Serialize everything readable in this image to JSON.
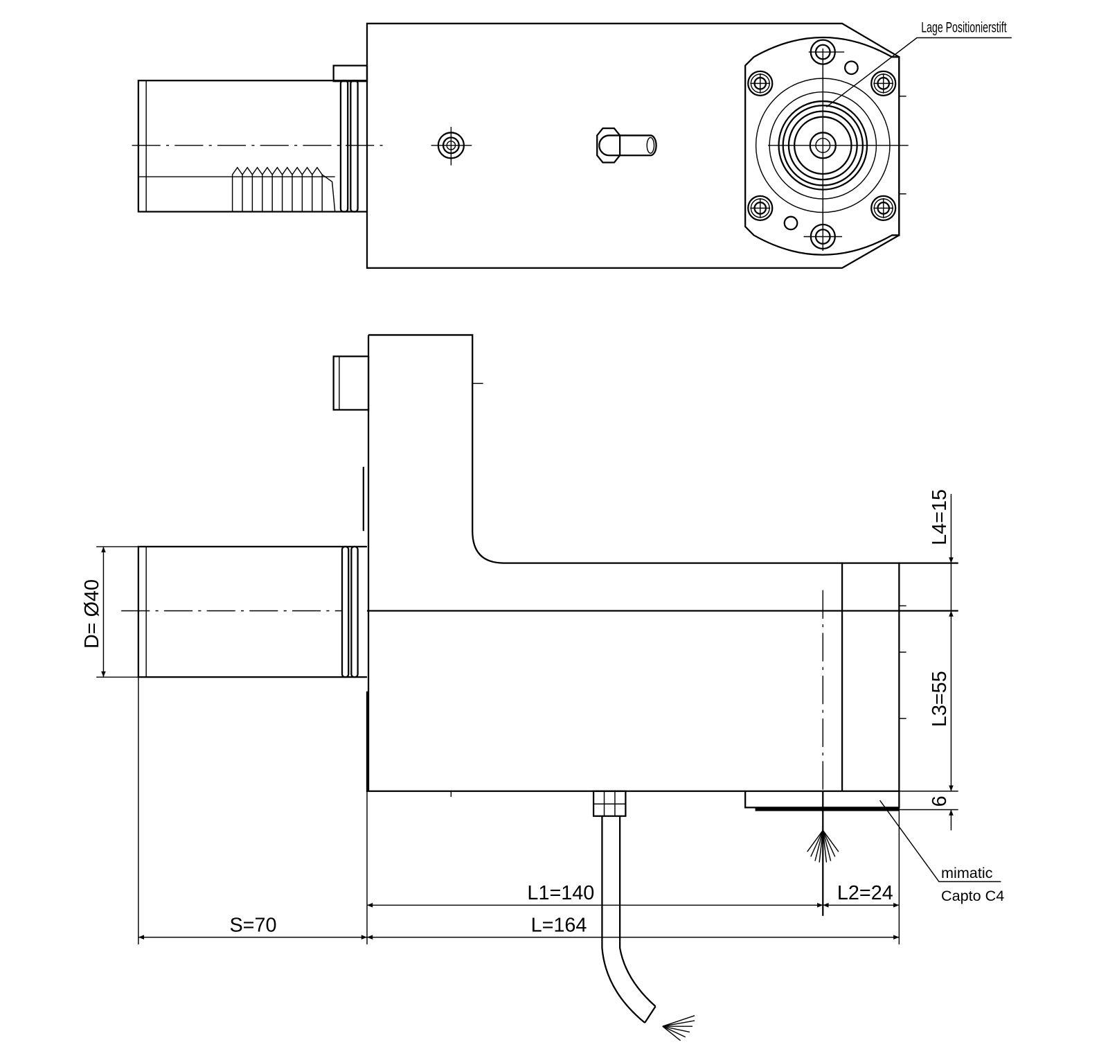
{
  "drawing": {
    "top_view": {
      "callout_pin": "Lage Positionierstift"
    },
    "side_view": {
      "dim_L4": "L4=15",
      "dim_L3": "L3=55",
      "dim_6": "6",
      "dim_D": "D= Ø40",
      "dim_L1": "L1=140",
      "dim_L2": "L2=24",
      "dim_S": "S=70",
      "dim_L": "L=164",
      "callout_interface_1": "mimatic",
      "callout_interface_2": "Capto C4"
    },
    "colors": {
      "line": "#000000",
      "background": "#ffffff"
    }
  }
}
